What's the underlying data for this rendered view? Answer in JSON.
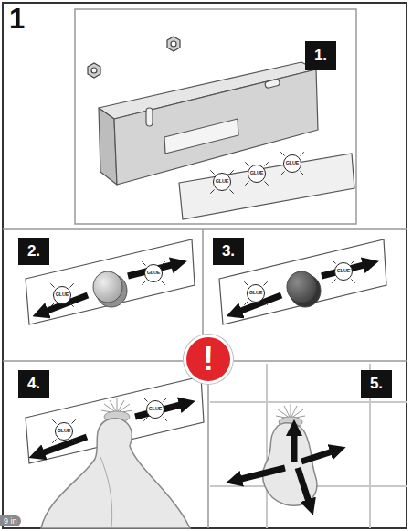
{
  "diagram": {
    "nodes": [
      {
        "text": [
          "1."
        ]
      },
      {
        "text": [
          "GLUE"
        ]
      },
      {
        "text": [
          "GLUE"
        ]
      },
      {
        "text": [
          "GLUE"
        ]
      },
      {
        "text": [
          "2."
        ]
      },
      {
        "text": [
          "GLUE"
        ]
      },
      {
        "text": [
          "GLUE"
        ]
      },
      {
        "text": [
          "3."
        ]
      },
      {
        "text": [
          "GLUE"
        ]
      },
      {
        "text": [
          "GLUE"
        ]
      },
      {
        "text": [
          "!"
        ]
      },
      {
        "text": [
          "4."
        ]
      },
      {
        "text": [
          "GLUE"
        ]
      },
      {
        "text": [
          "GLUE"
        ]
      },
      {
        "text": [
          "5."
        ]
      }
    ],
    "labels": [
      "1",
      "9 in"
    ]
  }
}
